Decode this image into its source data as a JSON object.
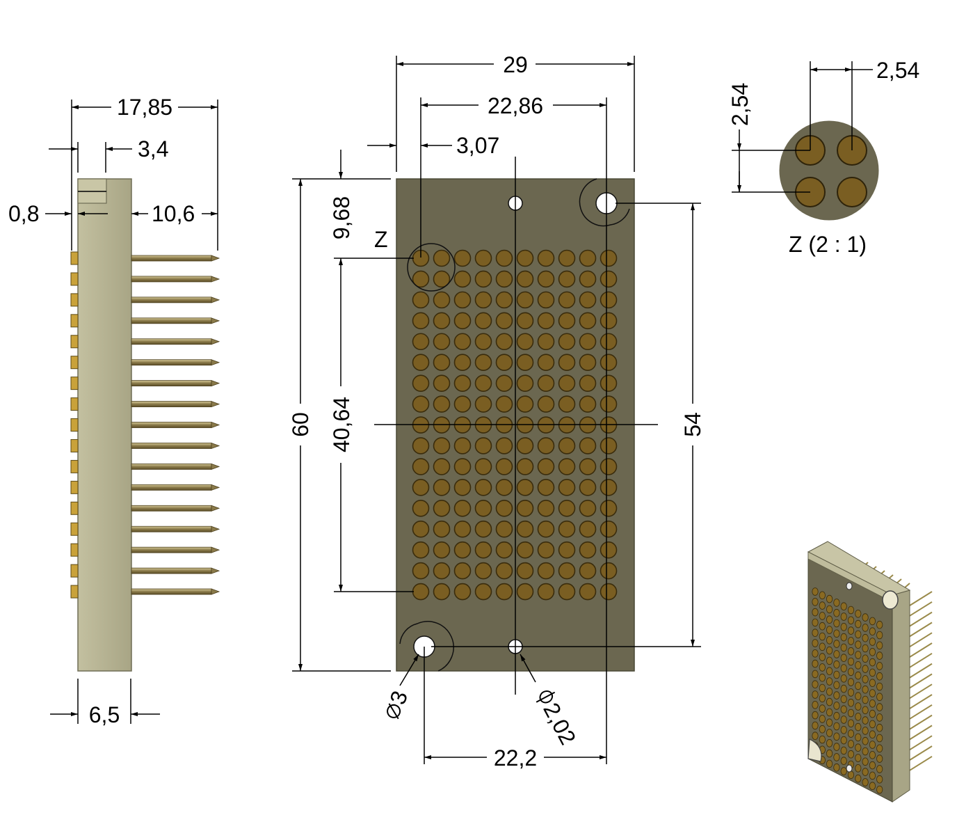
{
  "colors": {
    "plate": "#6b6750",
    "plate_stroke": "#4a4836",
    "contact": "#7a5e22",
    "contact_stroke": "#3a2c0c",
    "body": "#b0ad8c",
    "body_dark": "#9a9778",
    "pin": "#8a7a4a",
    "gold": "#c9a23a"
  },
  "side_view": {
    "dim_overall": "17,85",
    "dim_shoulder": "3,4",
    "dim_left": "0,8",
    "dim_pins": "10,6",
    "dim_body": "6,5",
    "pin_count": 17
  },
  "front_view": {
    "dim_width": "29",
    "dim_pitch_span": "22,86",
    "dim_offset": "3,07",
    "dim_top": "9,68",
    "dim_height": "60",
    "dim_contact_span": "40,64",
    "dim_hole_span": "54",
    "dim_bottom_span": "22,2",
    "hole_large": "3",
    "hole_small": "2,02",
    "detail_label": "Z",
    "rows": 17,
    "cols": 10
  },
  "detail_view": {
    "dim_h": "2,54",
    "dim_v": "2,54",
    "caption": "Z (2 : 1)"
  },
  "icons": {
    "diameter": "diameter-symbol",
    "phi": "phi-symbol"
  }
}
